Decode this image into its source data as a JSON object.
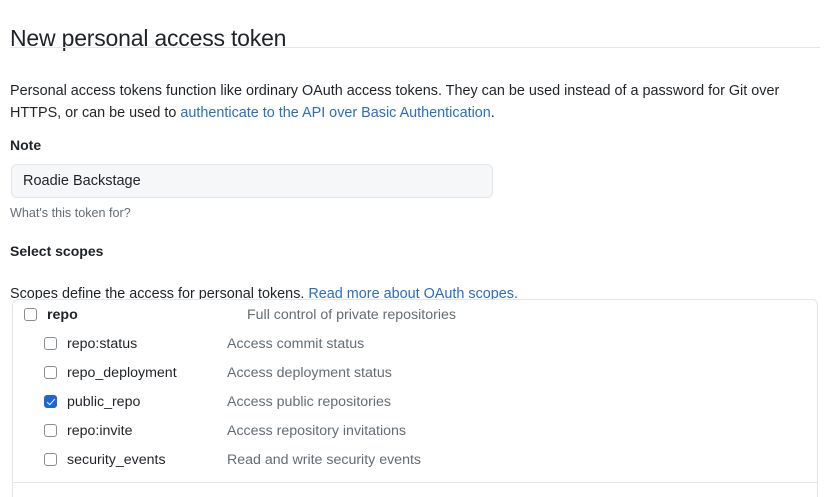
{
  "page": {
    "title": "New personal access token",
    "intro_part1": "Personal access tokens function like ordinary OAuth access tokens. They can be used instead of a password for Git over HTTPS, or can be used to ",
    "intro_link": "authenticate to the API over Basic Authentication",
    "intro_part2": "."
  },
  "note": {
    "label": "Note",
    "value": "Roadie Backstage",
    "placeholder": "What's this token for?",
    "help": "What's this token for?"
  },
  "scopes": {
    "label": "Select scopes",
    "description_part1": "Scopes define the access for personal tokens. ",
    "description_link": "Read more about OAuth scopes.",
    "items": [
      {
        "name": "repo",
        "description": "Full control of private repositories",
        "checked": false,
        "level": "parent"
      },
      {
        "name": "repo:status",
        "description": "Access commit status",
        "checked": false,
        "level": "child"
      },
      {
        "name": "repo_deployment",
        "description": "Access deployment status",
        "checked": false,
        "level": "child"
      },
      {
        "name": "public_repo",
        "description": "Access public repositories",
        "checked": true,
        "level": "child"
      },
      {
        "name": "repo:invite",
        "description": "Access repository invitations",
        "checked": false,
        "level": "child"
      },
      {
        "name": "security_events",
        "description": "Read and write security events",
        "checked": false,
        "level": "child"
      }
    ]
  },
  "colors": {
    "accent": "#2065d1",
    "link": "#2b6cc4",
    "text": "#1f2328",
    "muted": "#636c76",
    "border": "#e3e5e8",
    "input_bg": "#f6f7f8"
  }
}
